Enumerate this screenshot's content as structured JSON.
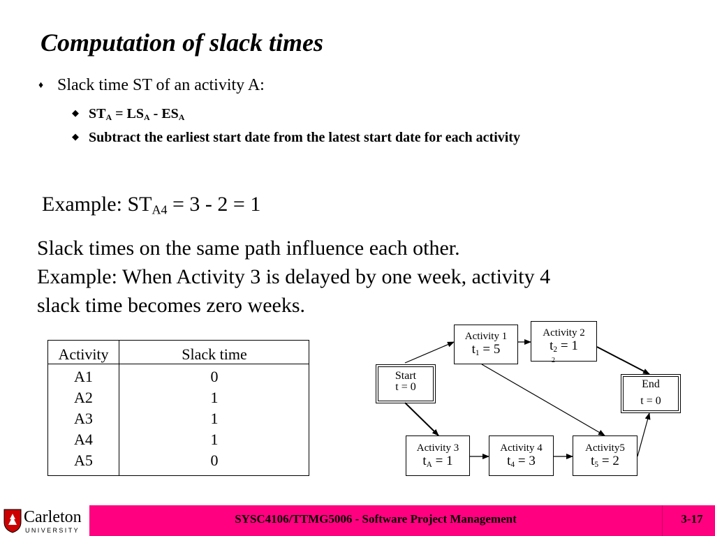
{
  "slide": {
    "title": "Computation of slack times",
    "bullet1": "Slack time ST of an activity A:",
    "sub_bullets": [
      {
        "parts": [
          "ST",
          "A",
          " = LS",
          "A",
          " - ES",
          "A"
        ]
      },
      {
        "text": "Subtract the earliest start date from the latest start date for each activity"
      }
    ],
    "example1": {
      "prefix": "Example: ST",
      "sub": "A4",
      "suffix": " =  3 - 2 = 1"
    },
    "paragraph": [
      "Slack times on the same path influence each other.",
      "Example: When Activity 3 is delayed by one week, activity 4",
      "slack time becomes zero weeks."
    ]
  },
  "table": {
    "headers": [
      "Activity",
      "Slack time"
    ],
    "rows": [
      [
        "A1",
        "0"
      ],
      [
        "A2",
        "1"
      ],
      [
        "A3",
        "1"
      ],
      [
        "A4",
        "1"
      ],
      [
        "A5",
        "0"
      ]
    ]
  },
  "diagram": {
    "nodes": {
      "start": {
        "l1": "Start",
        "l2": "t = 0"
      },
      "a1": {
        "l1": "Activity 1",
        "t": "t",
        "sub": "1",
        "rest": " = 5"
      },
      "a2": {
        "l1": "Activity 2",
        "t": "t",
        "sub": "2",
        "rest": " = 1",
        "stray": "2"
      },
      "end": {
        "l1": "End",
        "l2": "t = 0"
      },
      "a3": {
        "l1": "Activity 3",
        "t": "t",
        "sub": "A",
        "rest": " = 1"
      },
      "a4": {
        "l1": "Activity 4",
        "t": "t",
        "sub": "4",
        "rest": " = 3"
      },
      "a5": {
        "l1": "Activity5",
        "t": "t",
        "sub": "5",
        "rest": " = 2"
      }
    }
  },
  "footer": {
    "course": "SYSC4106/TTMG5006 - Software Project Management",
    "slide_number": "3-17",
    "logo_name": "Carleton",
    "logo_sub": "UNIVERSITY"
  },
  "colors": {
    "footer_bar": "#ff0080",
    "logo_shield": "#cc0000"
  }
}
